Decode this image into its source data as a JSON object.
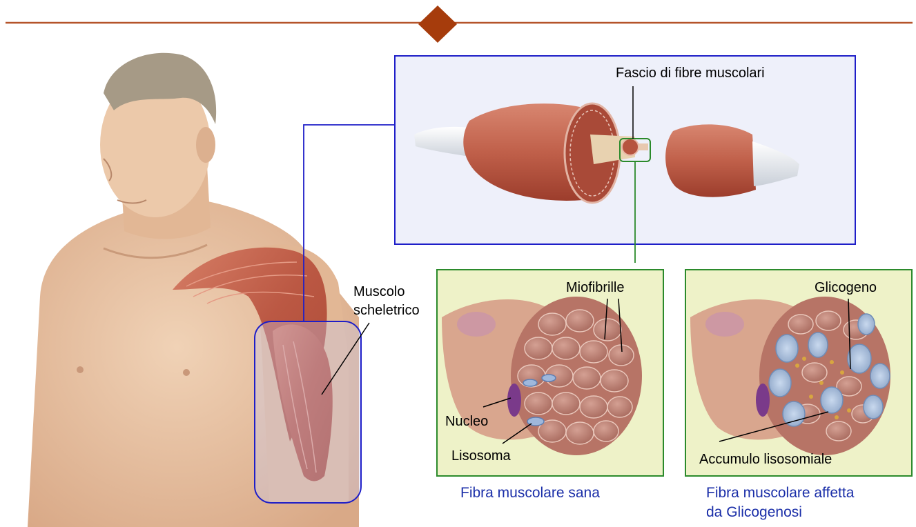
{
  "labels": {
    "fiber_bundle": "Fascio di fibre muscolari",
    "skeletal_muscle_line1": "Muscolo",
    "skeletal_muscle_line2": "scheletrico",
    "myofibrils": "Miofibrille",
    "nucleus": "Nucleo",
    "lysosome": "Lisosoma",
    "glycogen": "Glicogeno",
    "lysosomal_accumulation": "Accumulo lisosomiale"
  },
  "captions": {
    "healthy_fiber": "Fibra muscolare sana",
    "affected_fiber_line1": "Fibra muscolare affetta",
    "affected_fiber_line2": "da Glicogenosi"
  },
  "colors": {
    "header_rule": "#b5542a",
    "header_diamond": "#a63c0c",
    "frame_blue": "#1e1ec8",
    "frame_green": "#2b8a2b",
    "caption_blue": "#1a2ea8",
    "skin": "#e8c4a4",
    "muscle": "#c0604a",
    "panel_bg_blue": "#eef0fa",
    "panel_bg_green": "#eef2c8"
  }
}
